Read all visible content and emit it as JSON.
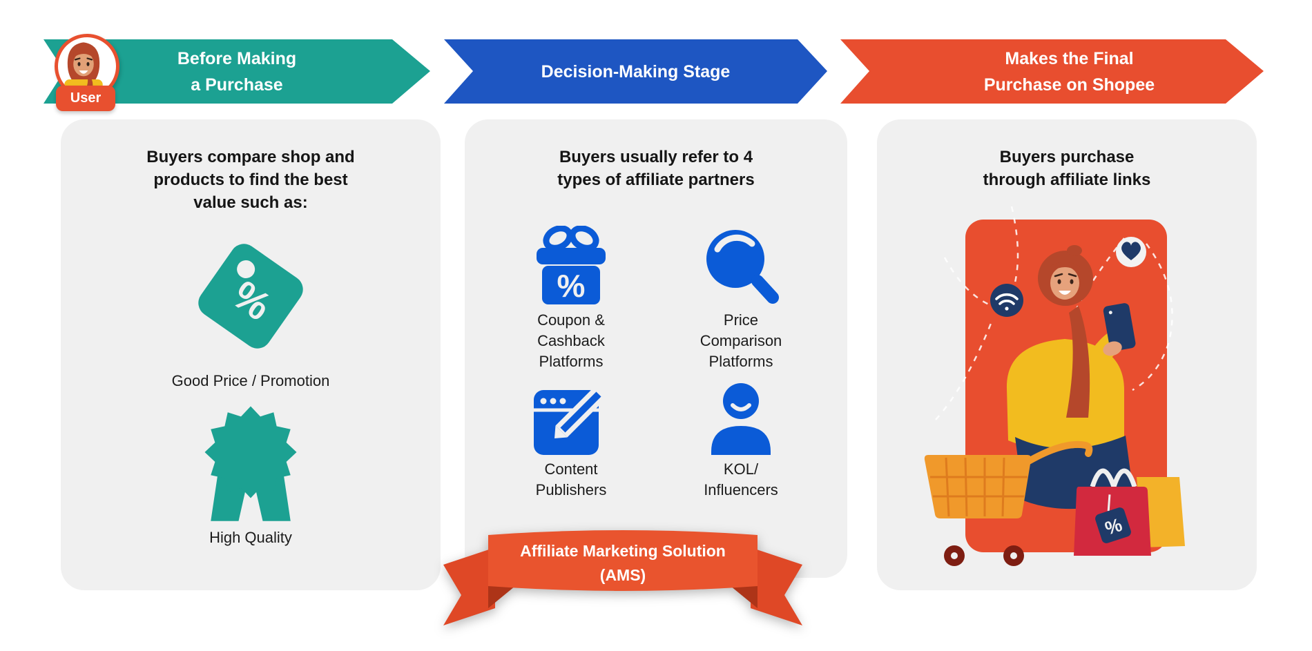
{
  "colors": {
    "teal": "#1CA192",
    "banner_blue": "#1E56C2",
    "icon_blue": "#0B5BD7",
    "orange_red": "#E84E2F",
    "ribbon_orange": "#E9542E",
    "card_bg": "#F0F0F0",
    "navy": "#1F3A68",
    "cart_orange": "#F0992B",
    "bag_red": "#D2293E",
    "bag_yellow": "#F3B229",
    "hijab_rust": "#B5472B",
    "jacket_yellow": "#F2BC1F"
  },
  "user_badge": {
    "label": "User"
  },
  "stages": [
    {
      "label": "Before Making\na Purchase"
    },
    {
      "label": "Decision-Making Stage"
    },
    {
      "label": "Makes the Final\nPurchase on Shopee"
    }
  ],
  "card1": {
    "heading": "Buyers compare shop and\nproducts to find the best\nvalue such as:",
    "items": [
      {
        "icon": "price-tag-icon",
        "label": "Good Price / Promotion",
        "glyph": "%"
      },
      {
        "icon": "quality-badge-icon",
        "label": "High Quality"
      }
    ]
  },
  "card2": {
    "heading": "Buyers usually refer to 4\ntypes of affiliate partners",
    "partners": [
      {
        "icon": "coupon-cashback-gift-icon",
        "label": "Coupon &\nCashback\nPlatforms",
        "glyph": "%"
      },
      {
        "icon": "price-comparison-search-icon",
        "label": "Price\nComparison\nPlatforms"
      },
      {
        "icon": "content-publishers-icon",
        "label": "Content\nPublishers"
      },
      {
        "icon": "kol-influencers-icon",
        "label": "KOL/\nInfluencers"
      }
    ],
    "ribbon": "Affiliate Marketing Solution\n(AMS)"
  },
  "card3": {
    "heading": "Buyers purchase\nthrough affiliate links",
    "shopping_tag_glyph": "%"
  }
}
